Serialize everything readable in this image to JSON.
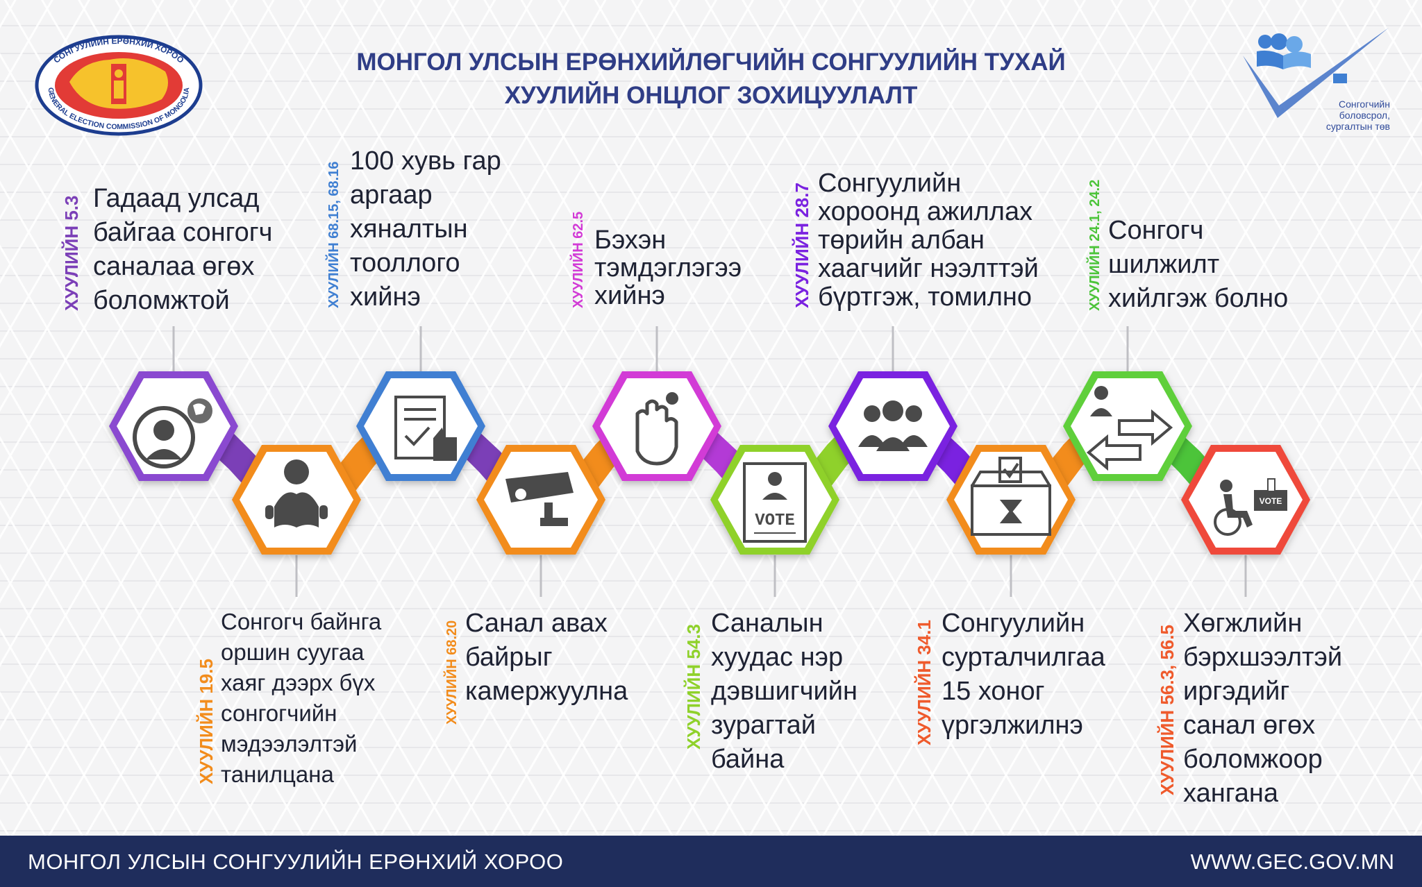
{
  "header": {
    "title_line1": "МОНГОЛ УЛСЫН ЕРӨНХИЙЛӨГЧИЙН СОНГУУЛИЙН ТУХАЙ",
    "title_line2": "ХУУЛИЙН ОНЦЛОГ ЗОХИЦУУЛАЛТ",
    "logo_left_ring_top": "СОНГУУЛИЙН ЕРӨНХИЙ ХОРОО",
    "logo_left_ring_bottom": "GENERAL ELECTION COMMISSION OF MONGOLIA",
    "logo_right_line1": "Сонгогчийн",
    "logo_right_line2": "боловсрол,",
    "logo_right_line3": "сургалтын төв"
  },
  "colors": {
    "purple": "#7b3fb7",
    "orange": "#f28c1c",
    "blue": "#3f7fd2",
    "magenta": "#d23bd6",
    "lime": "#8fd12b",
    "violet": "#7a22e0",
    "red": "#ef5a2c",
    "green": "#4cc43a",
    "navy": "#1f2d5c"
  },
  "top_notes": [
    {
      "law": "ХУУЛИЙН 5.3",
      "text": "Гадаад улсад\nбайгаа сонгогч\nсаналаа өгөх\nболомжтой",
      "color": "#7b3fb7"
    },
    {
      "law": "ХУУЛИЙН 68.15, 68.16",
      "text": "100 хувь гар\nаргаар\nхяналтын\nтооллого\nхийнэ",
      "color": "#3f7fd2"
    },
    {
      "law": "ХУУЛИЙН 62.5",
      "text": "Бэхэн\nтэмдэглэгээ\nхийнэ",
      "color": "#d23bd6"
    },
    {
      "law": "ХУУЛИЙН 28.7",
      "text": "Сонгуулийн\nхороонд ажиллах\nтөрийн албан\nхаагчийг нээлттэй\nбүртгэж, томилно",
      "color": "#7a22e0"
    },
    {
      "law": "ХУУЛИЙН 24.1, 24.2",
      "text": "Сонгогч\nшилжилт\nхийлгэж болно",
      "color": "#4cc43a"
    }
  ],
  "bottom_notes": [
    {
      "law": "ХУУЛИЙН 19.5",
      "text": "Сонгогч байнга\nоршин суугаа\nхаяг дээрх бүх\nсонгогчийн\nмэдээлэлтэй\nтанилцана",
      "color": "#f28c1c"
    },
    {
      "law": "ХУУЛИЙН 68.20",
      "text": "Санал авах\nбайрыг\nкамержуулна",
      "color": "#f28c1c"
    },
    {
      "law": "ХУУЛИЙН 54.3",
      "text": "Саналын\nхуудас нэр\nдэвшигчийн\nзурагтай\nбайна",
      "color": "#8fd12b"
    },
    {
      "law": "ХУУЛИЙН 34.1",
      "text": "Сонгуулийн\nсурталчилгаа\n15 хоног\nүргэлжилнэ",
      "color": "#ef5a2c"
    },
    {
      "law": "ХУУЛИЙН 56.3, 56.5",
      "text": "Хөгжлийн\nбэрхшээлтэй\nиргэдийг\nсанал өгөх\nболомжоор\nхангана",
      "color": "#ef5a2c"
    }
  ],
  "icons": [
    "person-globe-icon",
    "reader-book-icon",
    "checklist-thumbsup-icon",
    "security-camera-icon",
    "ink-hand-icon",
    "vote-ballot-icon",
    "group-people-icon",
    "ballot-box-hourglass-icon",
    "transfer-arrows-icon",
    "wheelchair-vote-icon"
  ],
  "labels": {
    "vote_sign": "VOTE",
    "vote_sign2": "VOTE"
  },
  "footer": {
    "left": "МОНГОЛ УЛСЫН СОНГУУЛИЙН ЕРӨНХИЙ ХОРОО",
    "right": "WWW.GEC.GOV.MN"
  }
}
